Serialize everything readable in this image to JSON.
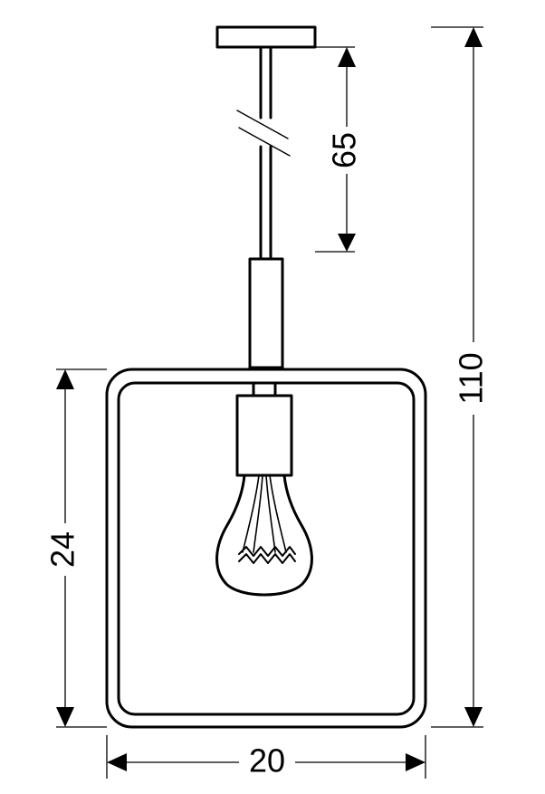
{
  "diagram": {
    "type": "pendant-lamp-dimension-drawing",
    "line_color": "#000000",
    "background": "#ffffff",
    "dimensions": {
      "cable_length": "65",
      "total_height": "110",
      "frame_height": "24",
      "frame_width": "20"
    }
  }
}
